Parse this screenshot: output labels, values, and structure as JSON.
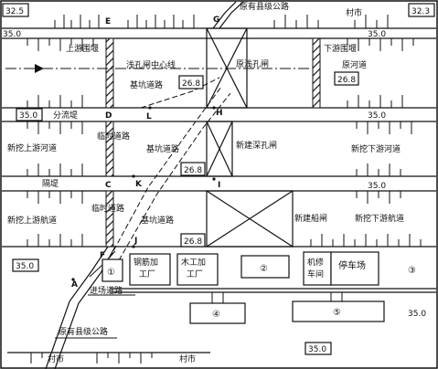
{
  "elevations": {
    "tl": "32.5",
    "tr": "32.3",
    "road_l": "35.0",
    "road_r": "35.0",
    "sep1_l": "35.0",
    "sep1_r": "35.0",
    "sep2_r": "35.0",
    "foundation1": "26.8",
    "foundation2": "26.8",
    "foundation3": "26.8",
    "work_l": "35.0",
    "work_r": "35.0",
    "bottom": "35.0"
  },
  "labels": {
    "old_road_top": "原有县级公路",
    "village_top": "村市",
    "upstream_cofferdam": "上游围堰",
    "downstream_cofferdam": "下游围堰",
    "sluice_center": "浅孔闸中心线",
    "pit_road1": "基坑道路",
    "pit_road2": "基坑道路",
    "pit_road3": "基坑道路",
    "old_sluice": "原浅孔闸",
    "old_river": "原河道",
    "divide_dike": "分流堤",
    "temp_road1": "临时道路",
    "temp_road2": "临时道路",
    "new_up_river": "新挖上游河道",
    "new_deep_sluice": "新建深孔闸",
    "new_down_river": "新挖下游河道",
    "sep_dike": "隔堤",
    "new_up_channel": "新挖上游航道",
    "new_lock": "新建船闸",
    "new_down_channel": "新挖下游航道",
    "rebar_l1": "钢筋加",
    "rebar_l2": "工厂",
    "wood_l1": "木工加",
    "wood_l2": "工厂",
    "repair_l1": "机修",
    "repair_l2": "车间",
    "parking": "停车场",
    "access_road": "进场道路",
    "old_road_bottom": "原有县级公路",
    "village_bl": "村市",
    "village_bm": "村市"
  },
  "points": {
    "A": "A",
    "C": "C",
    "D": "D",
    "E": "E",
    "F": "F",
    "G": "G",
    "H": "H",
    "I": "I",
    "J": "J",
    "K": "K",
    "L": "L"
  },
  "circled": {
    "n1": "①",
    "n2": "②",
    "n3": "③",
    "n4": "④",
    "n5": "⑤"
  }
}
